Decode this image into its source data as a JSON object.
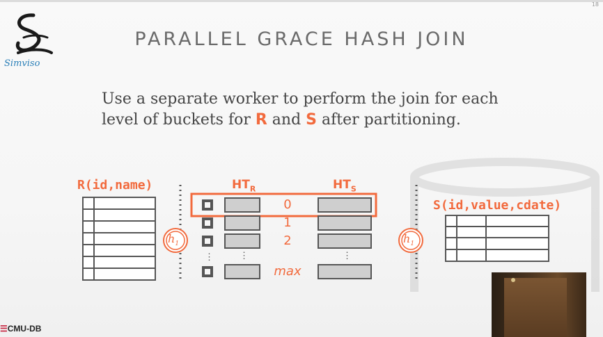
{
  "slide": {
    "number": "18",
    "title": "PARALLEL GRACE HASH JOIN",
    "logo_text": "Simviso",
    "body": {
      "line1": "Use a separate worker to perform the join for each",
      "line2_pre": "level of buckets for ",
      "r": "R",
      "and": " and ",
      "s": "S",
      "line2_post": " after partitioning."
    },
    "footer": "CMU-DB",
    "footer_mark": "☰"
  },
  "diagram": {
    "r_label": "R(id,name)",
    "s_label": "S(id,value,cdate)",
    "ht_r": "HT",
    "ht_r_sub": "R",
    "ht_s": "HT",
    "ht_s_sub": "S",
    "hash_fn": "h",
    "hash_sub": "1",
    "buckets": [
      "0",
      "1",
      "2",
      "max"
    ],
    "ellipsis": "⋮",
    "colors": {
      "accent": "#f26a3d",
      "box_fill": "#cfcfcf",
      "border": "#555555"
    }
  }
}
